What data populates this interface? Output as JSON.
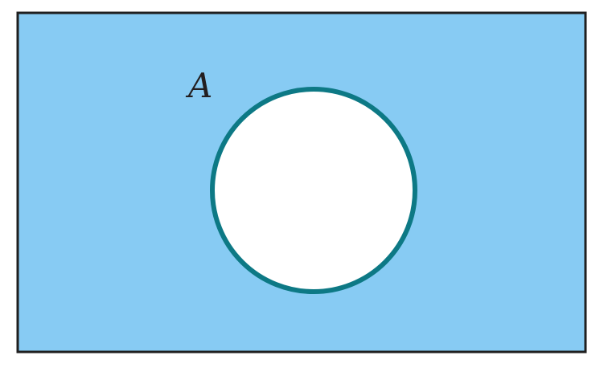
{
  "diagram": {
    "type": "venn",
    "description_of_region": "complement",
    "sets": [
      {
        "id": "A",
        "label": "A"
      }
    ],
    "shaded_region": "outside-A",
    "colors": {
      "universe_fill": "#87CBF3",
      "universe_border": "#1f1f1f",
      "set_fill": "#ffffff",
      "set_border": "#0d7985",
      "label_color": "#231f20"
    }
  }
}
